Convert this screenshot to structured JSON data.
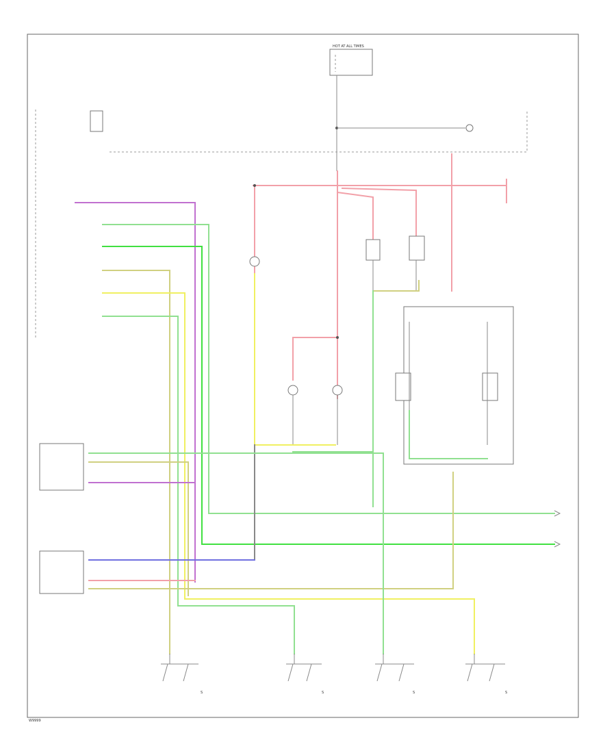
{
  "colors": {
    "pink": "#f2a0a8",
    "purple": "#c070d0",
    "green": "#90e090",
    "bright_green": "#40e040",
    "yellow": "#f0f060",
    "olive": "#d0d080",
    "blue": "#7070e0",
    "gray": "#888888"
  },
  "labels": {
    "hot_at_all_times": "HOT AT ALL TIMES",
    "footer_id": "W9999"
  },
  "components": [
    {
      "id": "under_dash_fuse",
      "icon": "fuse-box-icon"
    },
    {
      "id": "ignition_switch",
      "icon": "switch-icon"
    },
    {
      "id": "courtesy_lamp",
      "icon": "lamp-icon"
    },
    {
      "id": "power_door_lock_control_unit",
      "icon": "module-icon"
    },
    {
      "id": "driver_door_control_unit",
      "icon": "module-icon"
    },
    {
      "id": "power_seat_control_unit",
      "icon": "module-icon"
    },
    {
      "id": "instrument_panel",
      "icon": "module-icon"
    },
    {
      "id": "left_front_door_switch",
      "icon": "switch-icon"
    },
    {
      "id": "left_rear_door_switch",
      "icon": "switch-icon"
    },
    {
      "id": "right_front_door_switch",
      "icon": "switch-icon"
    },
    {
      "id": "right_rear_door_switch",
      "icon": "switch-icon"
    }
  ]
}
